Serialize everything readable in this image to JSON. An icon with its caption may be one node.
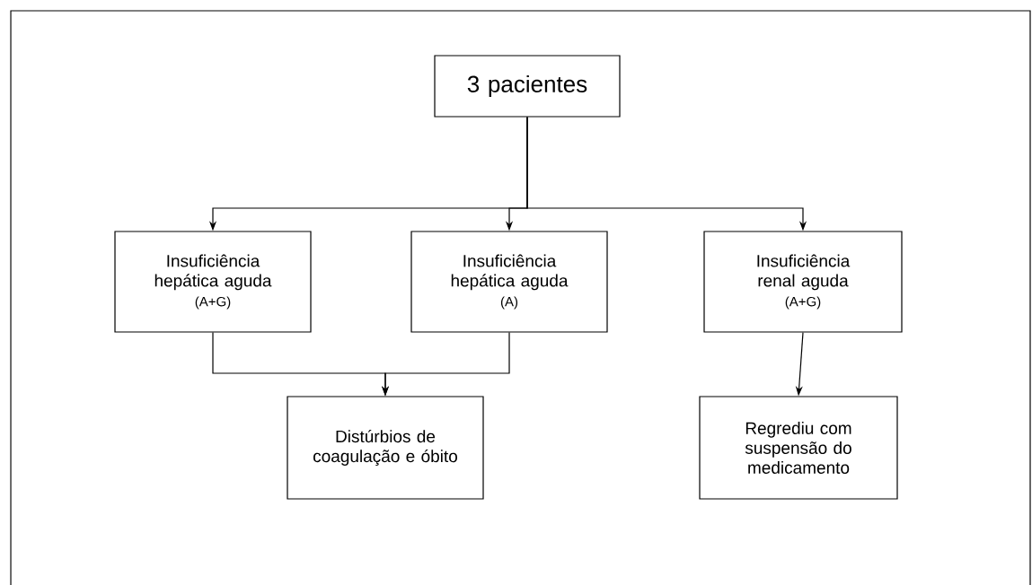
{
  "diagram": {
    "nodes": [
      {
        "text": [
          "3 pacientes"
        ]
      },
      {
        "text": [
          "Insuficiência hepática aguda",
          "(A+G)"
        ]
      },
      {
        "text": [
          "Insuficiência hepática aguda",
          "(A)"
        ]
      },
      {
        "text": [
          "Insuficiência renal aguda",
          "(A+G)"
        ]
      },
      {
        "text": [
          "Distúrbios de coagulação e óbito"
        ]
      },
      {
        "text": [
          "Regrediu com suspensão do medicamento"
        ]
      }
    ],
    "edges": [
      {
        "from": 0,
        "to": 1,
        "arrow": "to"
      },
      {
        "from": 0,
        "to": 2,
        "arrow": "to"
      },
      {
        "from": 0,
        "to": 3,
        "arrow": "to"
      },
      {
        "from": 1,
        "to": 4,
        "arrow": "to"
      },
      {
        "from": 2,
        "to": 4,
        "arrow": "to"
      },
      {
        "from": 3,
        "to": 5,
        "arrow": "to"
      }
    ]
  }
}
